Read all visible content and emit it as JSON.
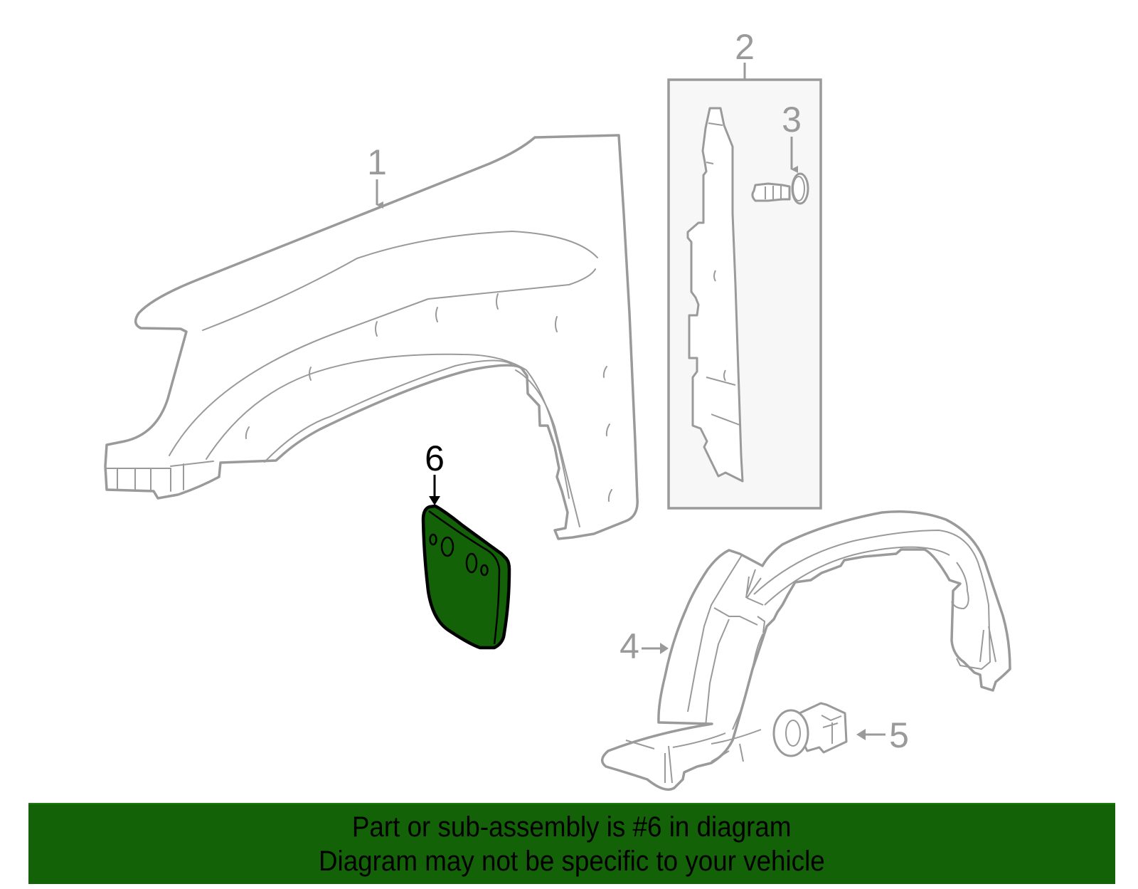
{
  "diagram": {
    "callouts": [
      {
        "number": "1",
        "part": "fender"
      },
      {
        "number": "2",
        "part": "fender-bracket-assembly"
      },
      {
        "number": "3",
        "part": "bolt"
      },
      {
        "number": "4",
        "part": "fender-liner"
      },
      {
        "number": "5",
        "part": "clip"
      },
      {
        "number": "6",
        "part": "highlighted-part"
      }
    ],
    "highlighted_number": "6",
    "colors": {
      "line_gray": "#9a9a9a",
      "highlight_green": "#136207",
      "inset_bg": "#f7f7f7",
      "banner_green": "#136207"
    }
  },
  "banner": {
    "line1": "Part or sub-assembly is #6 in diagram",
    "line2": "Diagram may not be specific to your vehicle"
  }
}
